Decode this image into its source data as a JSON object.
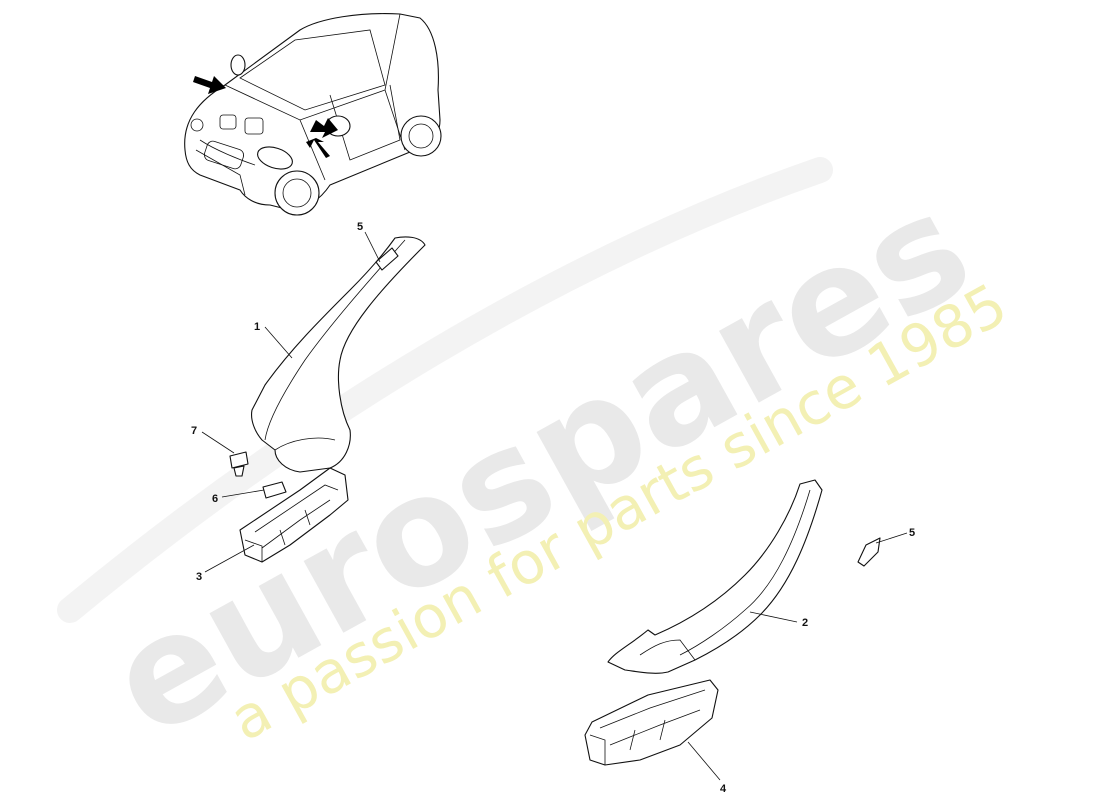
{
  "watermark": {
    "brand": "eurospares",
    "tagline": "a passion for parts since 1985",
    "brand_color": "#e9e9e9",
    "tagline_color": "#f3f0b4"
  },
  "callouts": {
    "c1": "1",
    "c2": "2",
    "c3": "3",
    "c4": "4",
    "c5a": "5",
    "c5b": "5",
    "c6": "6",
    "c7": "7"
  }
}
